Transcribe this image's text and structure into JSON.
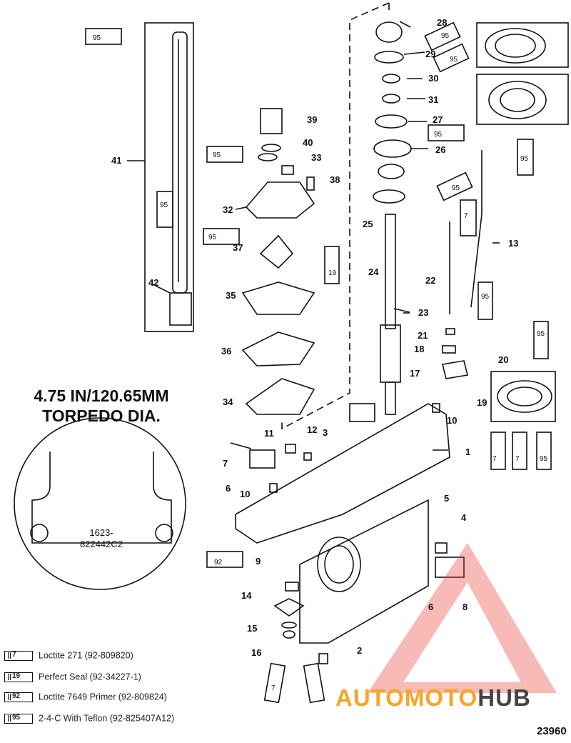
{
  "diagram": {
    "title_line1": "4.75 IN/120.65MM",
    "title_line2": "TORPEDO DIA.",
    "stamp_line1": "1623-",
    "stamp_line2": "822442C2",
    "ref_number": "23960",
    "part_numbers": [
      "28",
      "29",
      "30",
      "31",
      "27",
      "26",
      "25",
      "39",
      "40",
      "33",
      "38",
      "32",
      "37",
      "41",
      "42",
      "35",
      "36",
      "34",
      "24",
      "23",
      "22",
      "13",
      "21",
      "18",
      "17",
      "20",
      "19",
      "10",
      "1",
      "3",
      "11",
      "12",
      "7",
      "6",
      "10",
      "5",
      "4",
      "9",
      "14",
      "15",
      "16",
      "2",
      "6",
      "8"
    ],
    "tube_labels": [
      "95",
      "95",
      "95",
      "95",
      "95",
      "95",
      "95",
      "95",
      "95",
      "7",
      "19",
      "95",
      "95",
      "7",
      "7",
      "95",
      "92",
      "7"
    ]
  },
  "legend": [
    {
      "code": "7",
      "text": "Loctite 271 (92-809820)"
    },
    {
      "code": "19",
      "text": "Perfect Seal (92-34227-1)"
    },
    {
      "code": "92",
      "text": "Loctite 7649 Primer (92-809824)"
    },
    {
      "code": "95",
      "text": "2-4-C  With Teflon (92-825407A12)"
    }
  ],
  "watermark": {
    "part1": "AUTOMOTO",
    "part2": "HUB",
    "accent": "#f6a623",
    "triangle": "#e8392f"
  }
}
